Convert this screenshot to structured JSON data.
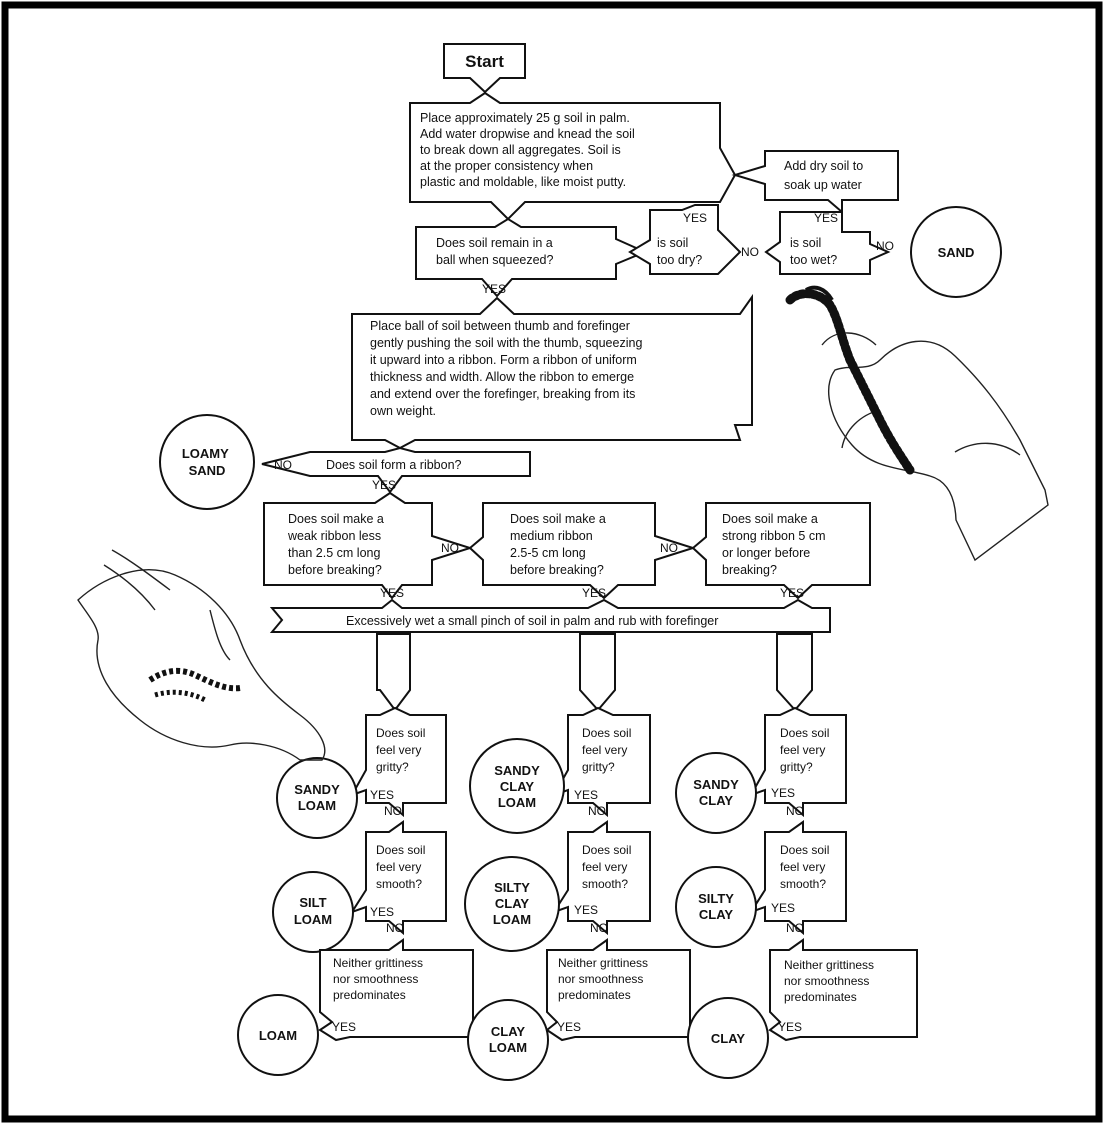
{
  "start": "Start",
  "step_knead": [
    "Place approximately 25 g soil in palm.",
    "Add water dropwise and knead the soil",
    "to break down all aggregates. Soil is",
    "at the proper consistency when",
    "plastic and moldable, like moist putty."
  ],
  "add_dry_soil": [
    "Add dry soil to",
    "soak up water"
  ],
  "q_ball": [
    "Does soil remain in a",
    "ball when squeezed?"
  ],
  "q_too_dry": [
    "is soil",
    "too dry?"
  ],
  "q_too_wet": [
    "is soil",
    "too wet?"
  ],
  "step_ribbon": [
    "Place ball of soil between thumb and forefinger",
    "gently pushing the soil with the thumb, squeezing",
    "it upward into a ribbon. Form a ribbon of uniform",
    "thickness and width. Allow the ribbon to emerge",
    "and extend over the forefinger, breaking from its",
    "own weight."
  ],
  "q_ribbon": "Does soil form a ribbon?",
  "q_weak": [
    "Does soil make a",
    "weak ribbon less",
    "than 2.5 cm long",
    "before breaking?"
  ],
  "q_medium": [
    "Does soil make a",
    "medium ribbon",
    "2.5-5 cm long",
    "before breaking?"
  ],
  "q_strong": [
    "Does soil make a",
    "strong ribbon 5 cm",
    "or longer before",
    "breaking?"
  ],
  "step_wet": "Excessively wet a small pinch of soil in palm and rub with forefinger",
  "q_gritty": [
    "Does soil",
    "feel very",
    "gritty?"
  ],
  "q_smooth": [
    "Does soil",
    "feel very",
    "smooth?"
  ],
  "q_neither": [
    "Neither grittiness",
    "nor smoothness",
    "predominates"
  ],
  "labels": {
    "yes": "YES",
    "no": "NO"
  },
  "results": {
    "sand": [
      "SAND"
    ],
    "loamy_sand": [
      "LOAMY",
      "SAND"
    ],
    "sandy_loam": [
      "SANDY",
      "LOAM"
    ],
    "silt_loam": [
      "SILT",
      "LOAM"
    ],
    "loam": [
      "LOAM"
    ],
    "sandy_clay_loam": [
      "SANDY",
      "CLAY",
      "LOAM"
    ],
    "silty_clay_loam": [
      "SILTY",
      "CLAY",
      "LOAM"
    ],
    "clay_loam": [
      "CLAY",
      "LOAM"
    ],
    "sandy_clay": [
      "SANDY",
      "CLAY"
    ],
    "silty_clay": [
      "SILTY",
      "CLAY"
    ],
    "clay": [
      "CLAY"
    ]
  }
}
